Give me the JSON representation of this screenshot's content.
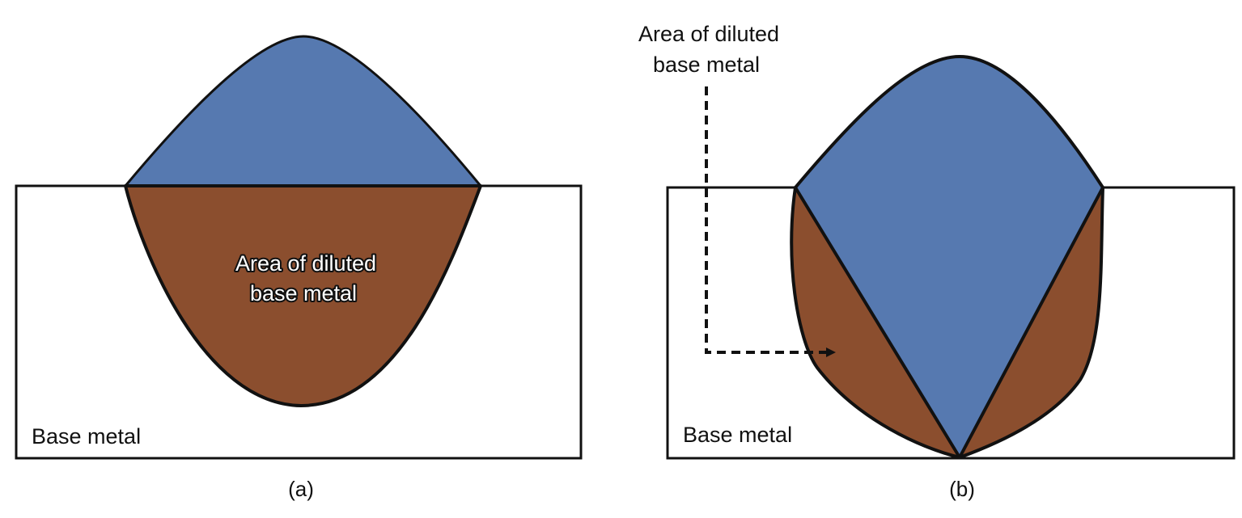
{
  "colors": {
    "weld_metal": "#5679B0",
    "diluted_base_metal": "#8B4E2E",
    "base_metal": "#FFFFFF",
    "outline": "#111111"
  },
  "panel_a": {
    "base_metal_label": "Base metal",
    "dilution_label_line1": "Area of diluted",
    "dilution_label_line2": "base metal",
    "caption": "(a)"
  },
  "panel_b": {
    "base_metal_label": "Base metal",
    "dilution_label_line1": "Area of diluted",
    "dilution_label_line2": "base metal",
    "caption": "(b)",
    "pointer_style": "dashed-arrow"
  }
}
